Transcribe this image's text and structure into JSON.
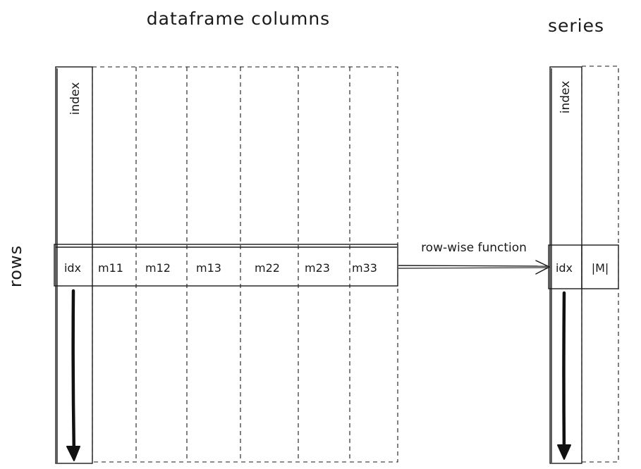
{
  "dataframe": {
    "title": "dataframe columns",
    "index_label": "index",
    "row_index": "idx",
    "row_values": [
      "m11",
      "m12",
      "m13",
      "m22",
      "m23",
      "m33"
    ]
  },
  "series": {
    "title": "series",
    "index_label": "index",
    "row_index": "idx",
    "row_value": "|M|"
  },
  "rows_label": "rows",
  "arrow_label": "row-wise function"
}
